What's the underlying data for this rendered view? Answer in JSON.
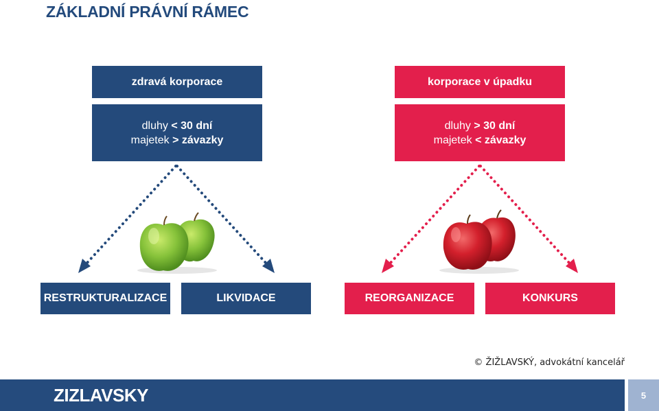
{
  "title": "ZÁKLADNÍ PRÁVNÍ RÁMEC",
  "left": {
    "header": "zdravá korporace",
    "line1_prefix": "dluhy ",
    "line1_value": "< 30 dní",
    "line2_prefix": "majetek ",
    "line2_value": "> závazky",
    "outcomes": [
      "RESTRUKTURALIZACE",
      "LIKVIDACE"
    ],
    "illustration": "green-apples"
  },
  "right": {
    "header": "korporace v úpadku",
    "line1_prefix": "dluhy ",
    "line1_value": "> 30 dní",
    "line2_prefix": "majetek ",
    "line2_value": "< závazky",
    "outcomes": [
      "REORGANIZACE",
      "KONKURS"
    ],
    "illustration": "red-apples"
  },
  "colors": {
    "blue": "#244a7b",
    "red": "#e31f4c",
    "footer": "#254b7d",
    "page_box": "#9fb3d1"
  },
  "copyright": "© ŽIŽLAVSKÝ, advokátní kancelář",
  "footer": {
    "logo": "ZIZLAVSKY",
    "page_number": "5"
  }
}
